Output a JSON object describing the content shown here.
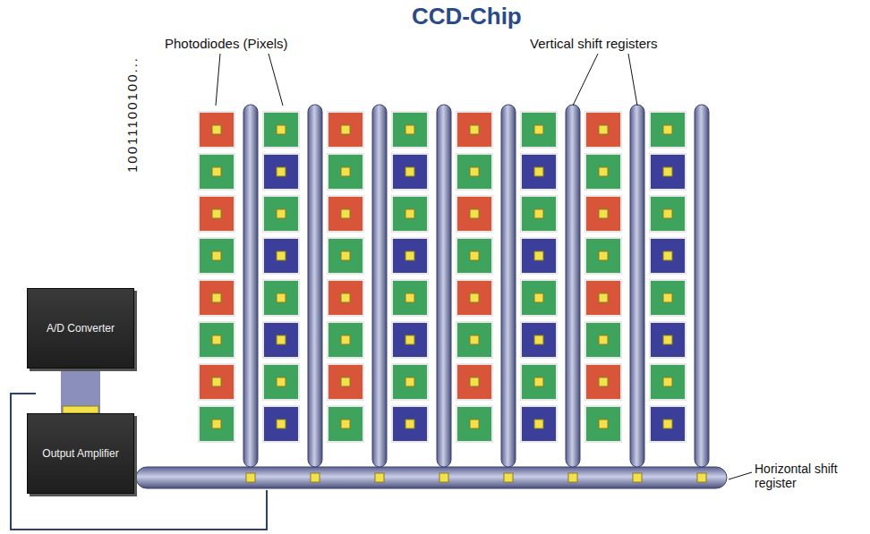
{
  "diagram": {
    "title": "CCD-Chip",
    "nodes": [
      {
        "text": [
          "A/D Converter"
        ]
      },
      {
        "text": [
          "Output Amplifier"
        ]
      }
    ],
    "edges": [
      {
        "from": 1,
        "to": 0,
        "arrow": "none"
      }
    ],
    "labels": [
      "Photodiodes (Pixels)",
      "Vertical shift registers",
      "Horizontal shift register",
      "10011100100..."
    ]
  }
}
